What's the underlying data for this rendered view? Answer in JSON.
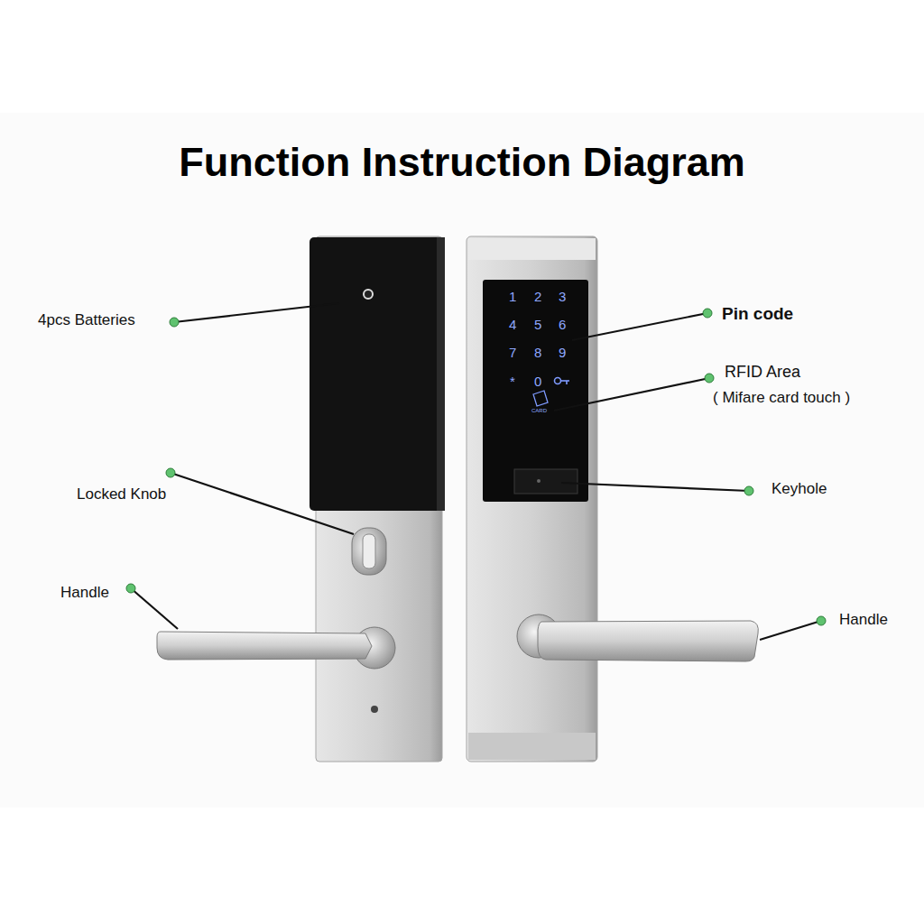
{
  "diagram": {
    "title": "Function Instruction Diagram",
    "labels": [
      "4pcs Batteries",
      "Locked Knob",
      "Handle",
      "Pin code",
      "RFID Area",
      "( Mifare card touch )",
      "Keyhole",
      "Handle",
      "1",
      "2",
      "3",
      "4",
      "5",
      "6",
      "7",
      "8",
      "9",
      "*",
      "0",
      "CARD"
    ]
  }
}
